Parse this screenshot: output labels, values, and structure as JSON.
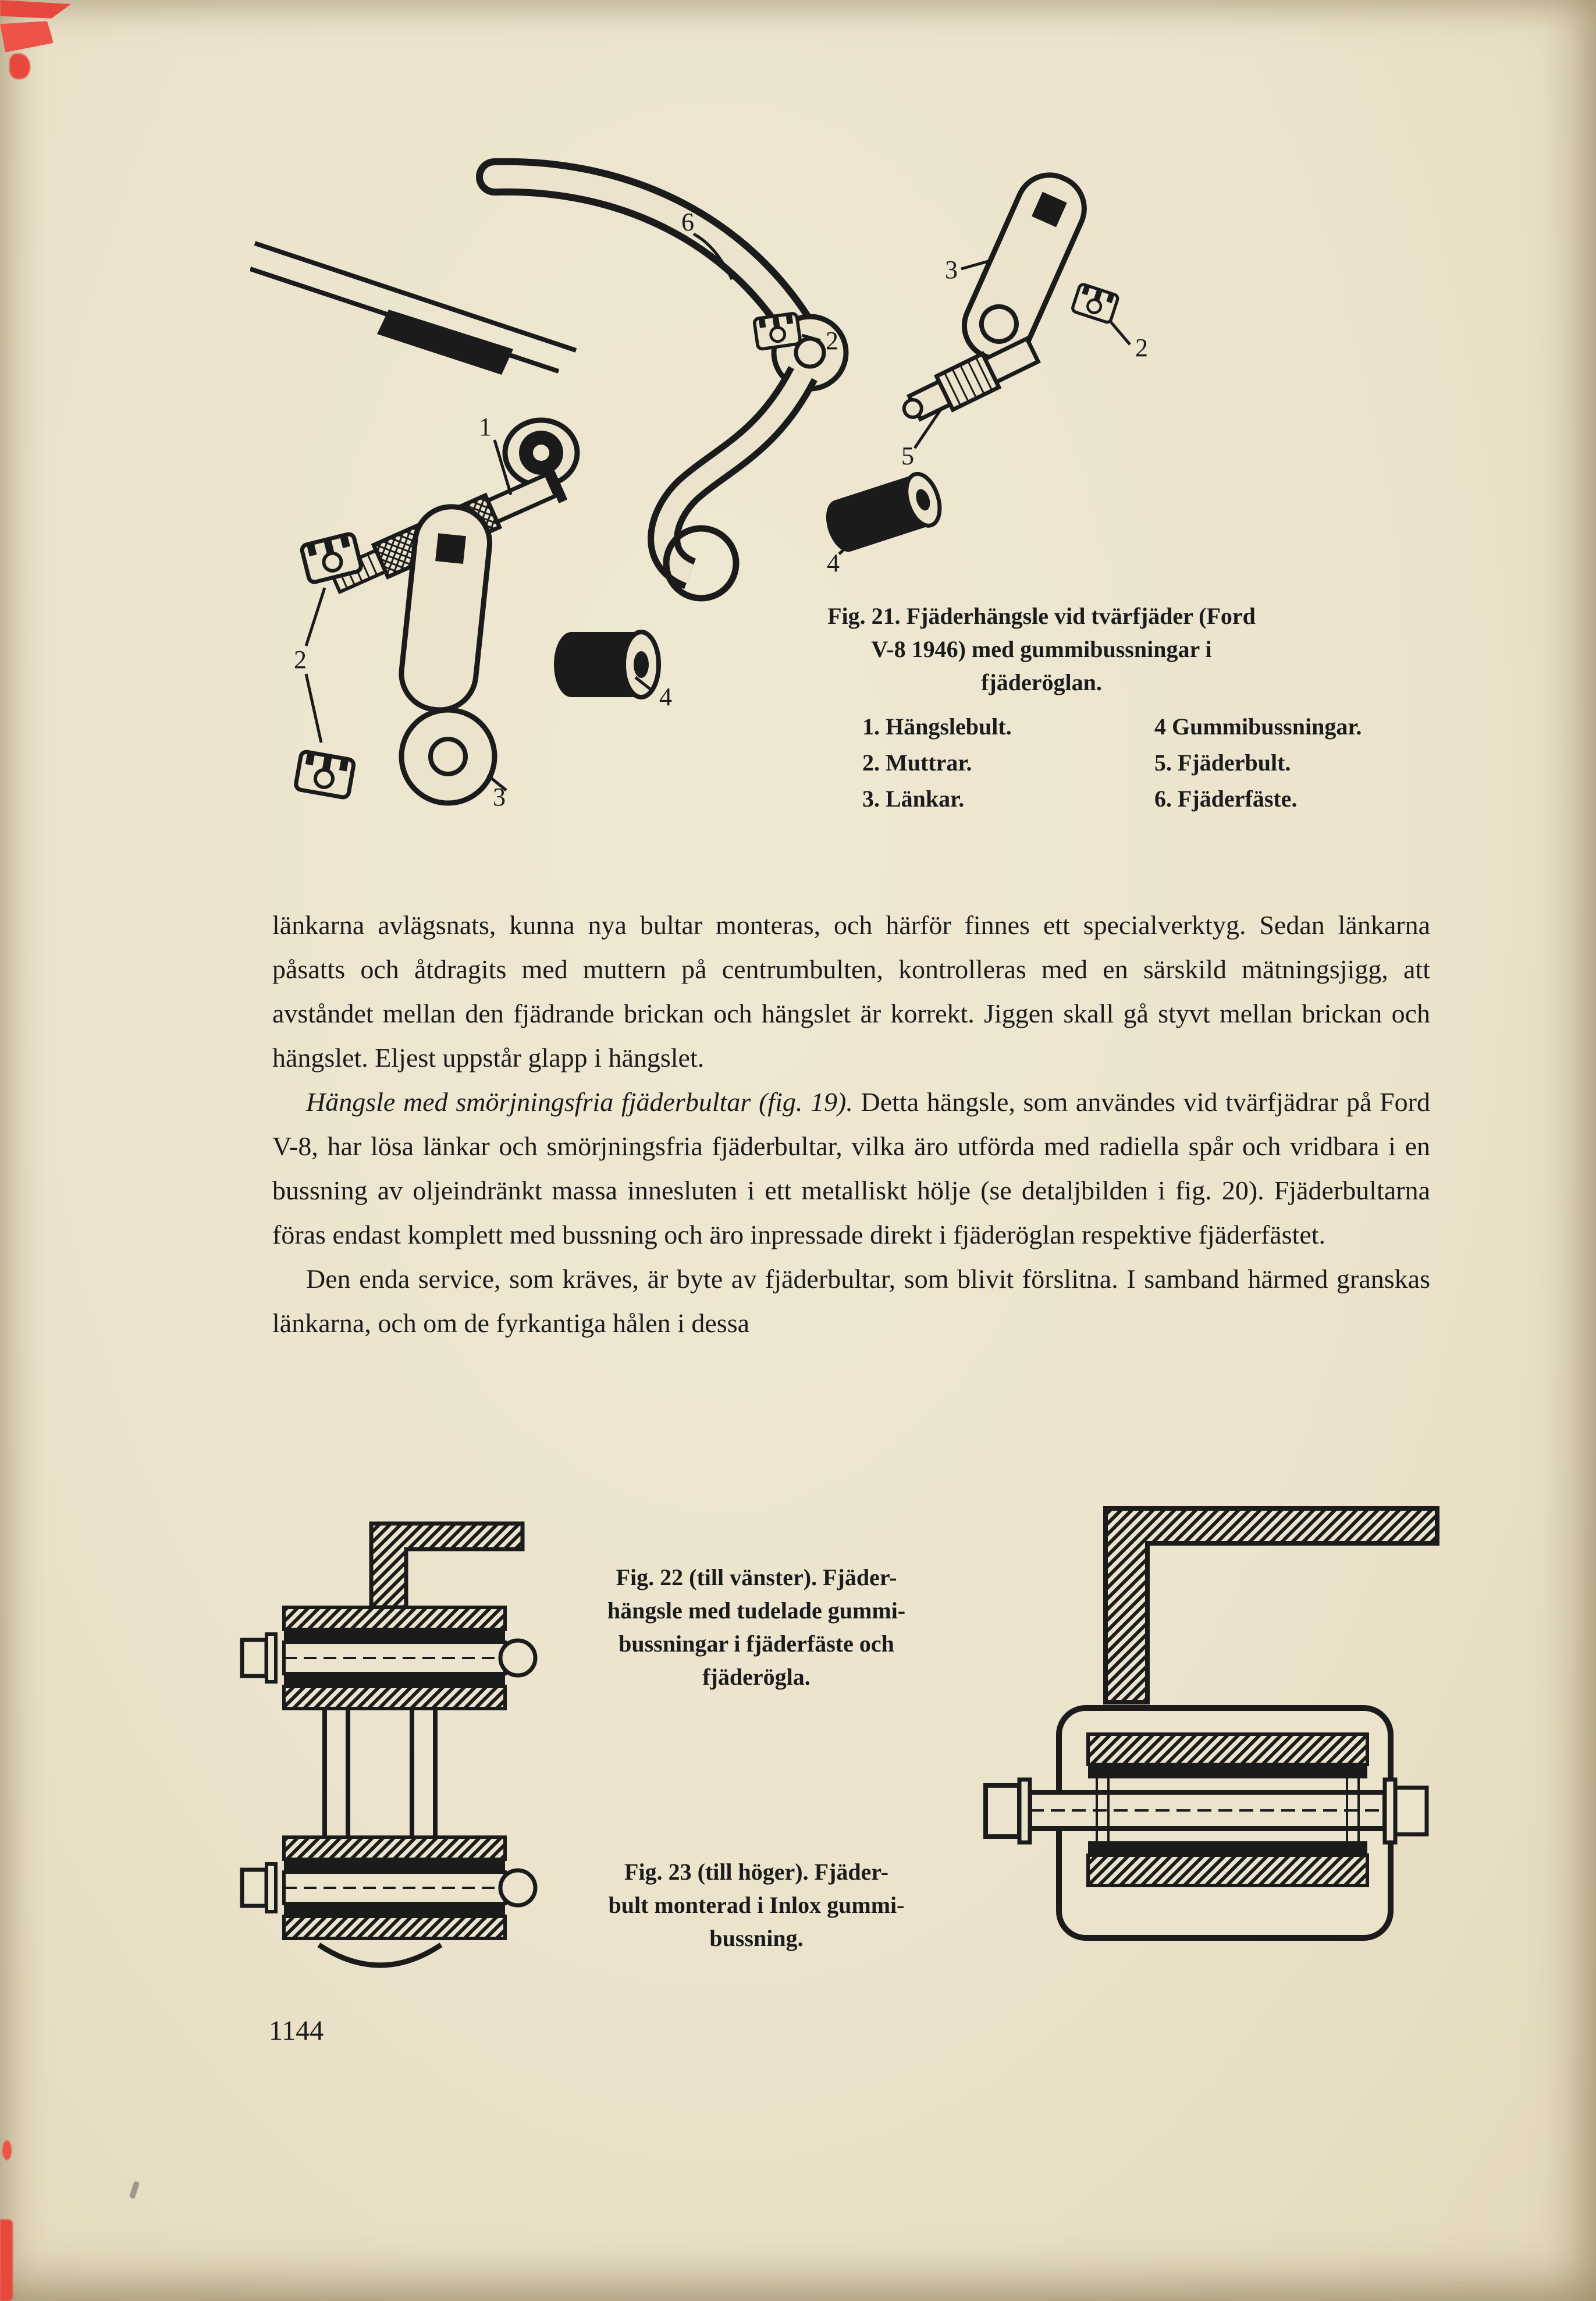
{
  "colors": {
    "paper": "#ebe3cc",
    "ink": "#1b1b1b",
    "artifact_red": "#e8473e"
  },
  "figure21": {
    "caption_lines": [
      "Fig. 21. Fjäderhängsle vid tvärfjäder (Ford",
      "V-8 1946) med gummibussningar i",
      "fjäderöglan."
    ],
    "legend_left": [
      "1. Hängslebult.",
      "2. Muttrar.",
      "3. Länkar."
    ],
    "legend_right": [
      "4 Gummibussningar.",
      "5. Fjäderbult.",
      "6. Fjäderfäste."
    ],
    "labels": {
      "n1": "1",
      "n2": "2",
      "n3": "3",
      "n4": "4",
      "n5": "5",
      "n6": "6"
    }
  },
  "body": {
    "p1": "länkarna avlägsnats, kunna nya bultar monteras, och härför finnes ett specialverktyg. Sedan länkarna påsatts och åtdragits med muttern på centrumbulten, kontrolleras med en särskild mätningsjigg, att avståndet mellan den fjädrande brickan och hängslet är korrekt. Jiggen skall gå styvt mellan brickan och hängslet. Eljest uppstår glapp i hängslet.",
    "p2_lead": "Hängsle med smörjningsfria fjäderbultar (fig. 19).",
    "p2_rest": "Detta hängsle, som användes vid tvärfjädrar på Ford V-8, har lösa länkar och smörjningsfria fjäderbultar, vilka äro utförda med radiella spår och vridbara i en bussning av oljeindränkt massa innesluten i ett metalliskt hölje (se detaljbilden i fig. 20). Fjäderbultarna föras endast komplett med bussning och äro inpressade direkt i fjäderöglan respektive fjäderfästet.",
    "p3": "Den enda service, som kräves, är byte av fjäderbultar, som blivit förslitna. I samband härmed granskas länkarna, och om de fyrkantiga hålen i dessa"
  },
  "figure22": {
    "caption_lines": [
      "Fig. 22 (till vänster). Fjäder-",
      "hängsle med tudelade gummi-",
      "bussningar i fjäderfäste och",
      "fjäderögla."
    ]
  },
  "figure23": {
    "caption_lines": [
      "Fig. 23 (till höger). Fjäder-",
      "bult monterad i Inlox gummi-",
      "bussning."
    ]
  },
  "page_number": "1144"
}
